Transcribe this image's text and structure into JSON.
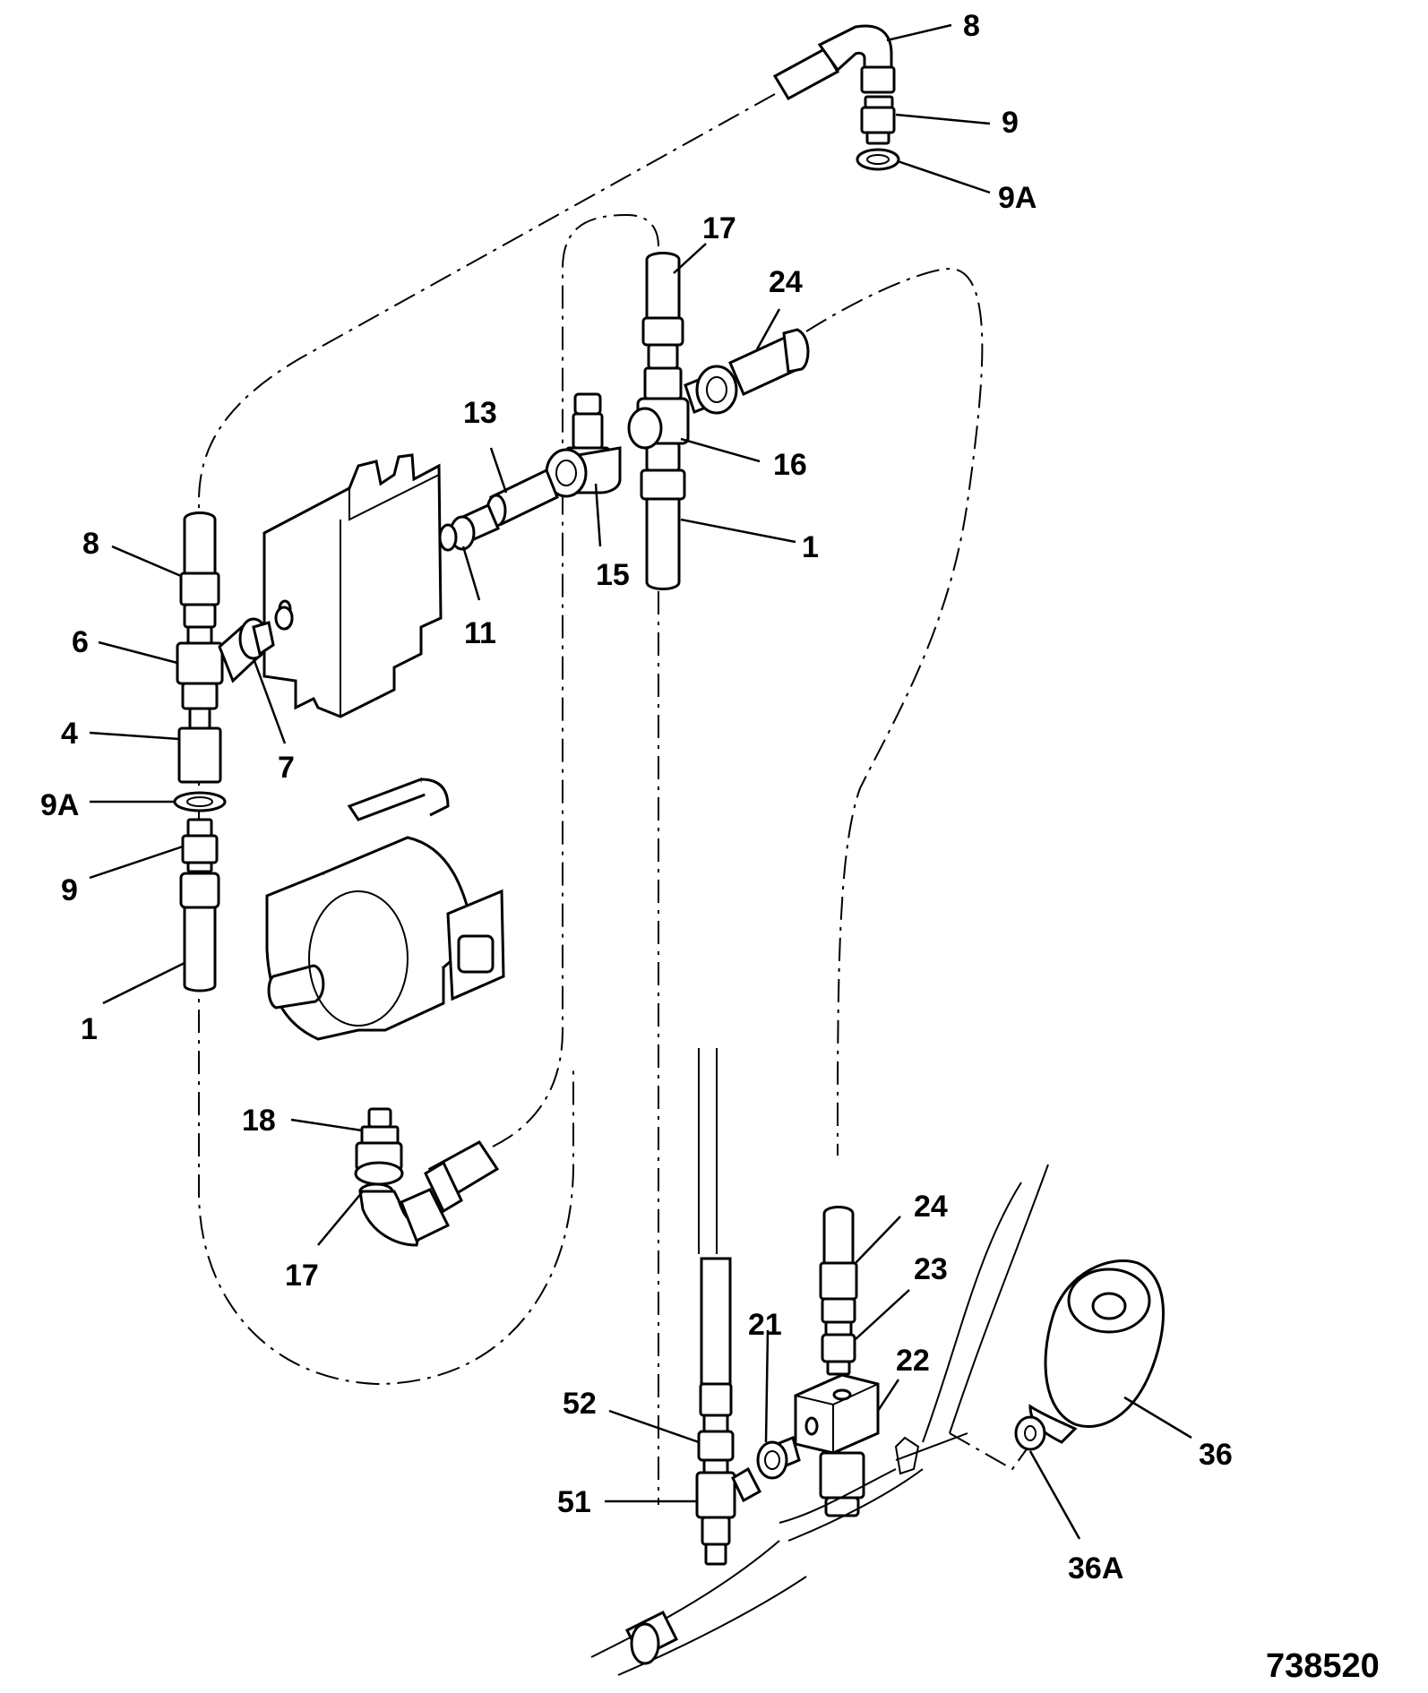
{
  "figure_number": "738520",
  "callouts": [
    {
      "id": "c-8-top",
      "text": "8"
    },
    {
      "id": "c-9-top",
      "text": "9"
    },
    {
      "id": "c-9a-top",
      "text": "9A"
    },
    {
      "id": "c-17-top",
      "text": "17"
    },
    {
      "id": "c-24-top",
      "text": "24"
    },
    {
      "id": "c-13",
      "text": "13"
    },
    {
      "id": "c-16",
      "text": "16"
    },
    {
      "id": "c-1-right",
      "text": "1"
    },
    {
      "id": "c-15",
      "text": "15"
    },
    {
      "id": "c-11",
      "text": "11"
    },
    {
      "id": "c-8-left",
      "text": "8"
    },
    {
      "id": "c-6",
      "text": "6"
    },
    {
      "id": "c-4",
      "text": "4"
    },
    {
      "id": "c-7",
      "text": "7"
    },
    {
      "id": "c-9a-left",
      "text": "9A"
    },
    {
      "id": "c-9-left",
      "text": "9"
    },
    {
      "id": "c-1-left",
      "text": "1"
    },
    {
      "id": "c-18",
      "text": "18"
    },
    {
      "id": "c-17-bottom",
      "text": "17"
    },
    {
      "id": "c-24-bottom",
      "text": "24"
    },
    {
      "id": "c-23",
      "text": "23"
    },
    {
      "id": "c-21",
      "text": "21"
    },
    {
      "id": "c-22",
      "text": "22"
    },
    {
      "id": "c-52",
      "text": "52"
    },
    {
      "id": "c-51",
      "text": "51"
    },
    {
      "id": "c-36",
      "text": "36"
    },
    {
      "id": "c-36a",
      "text": "36A"
    }
  ]
}
